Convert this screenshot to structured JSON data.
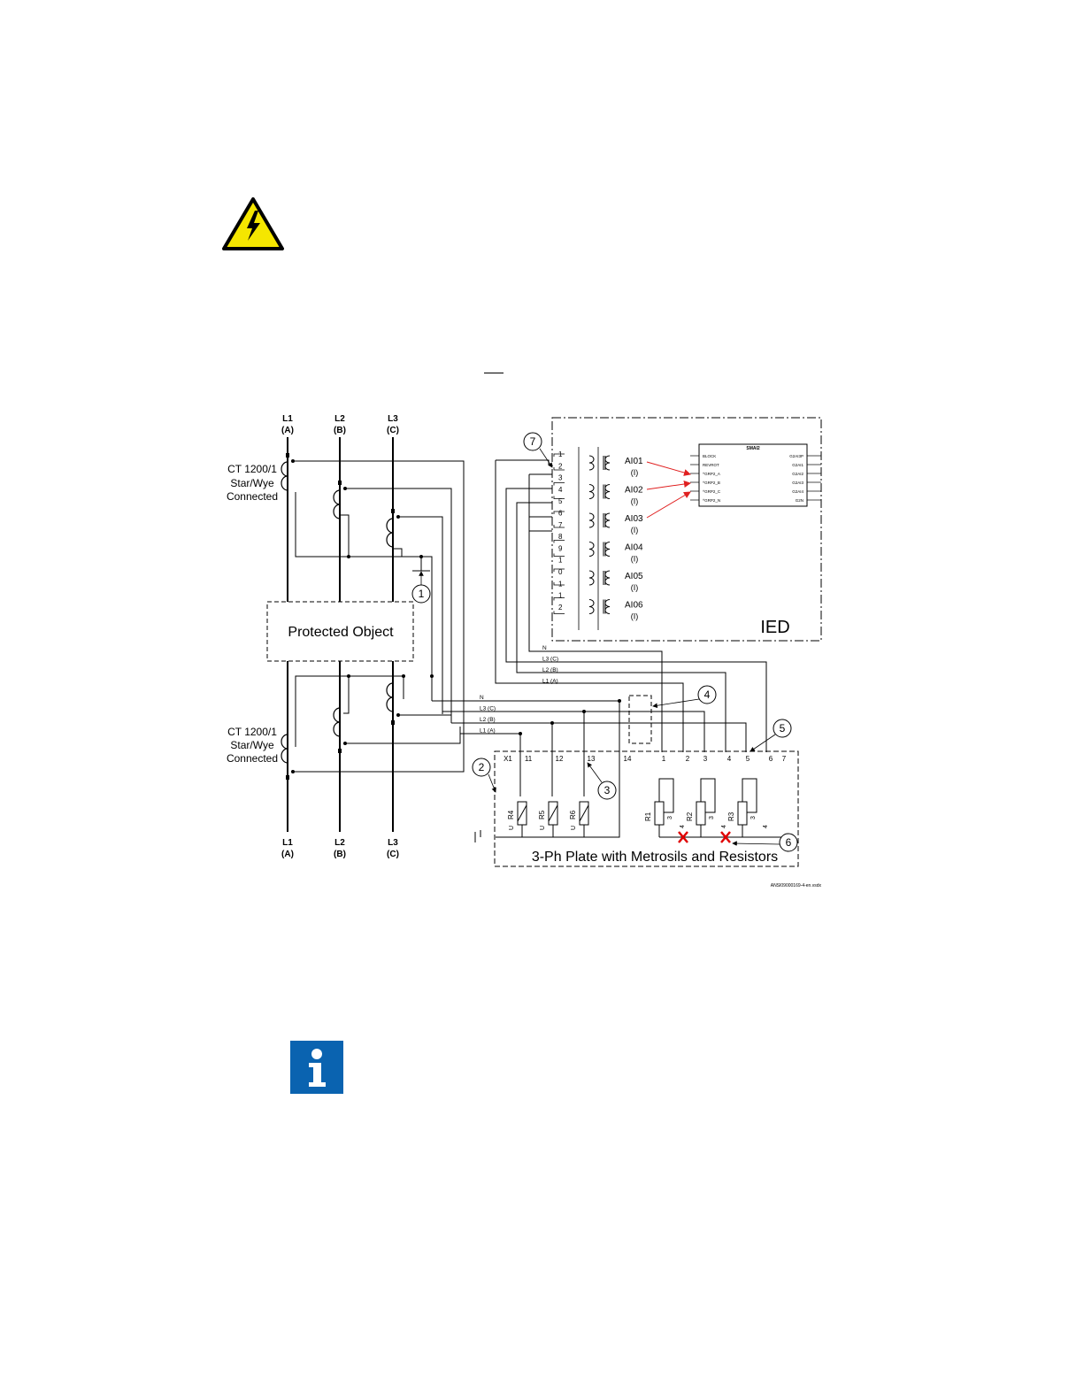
{
  "icons": {
    "warning": "electrical-hazard-warning-icon",
    "info": "information-icon"
  },
  "colors": {
    "warning_fill": "#f5e600",
    "info_fill": "#0a63b0",
    "callout_arrow": "#e02020",
    "cross_mark": "#e00000"
  },
  "phases_top": [
    {
      "name": "L1",
      "sub": "(A)"
    },
    {
      "name": "L2",
      "sub": "(B)"
    },
    {
      "name": "L3",
      "sub": "(C)"
    }
  ],
  "phases_bottom": [
    {
      "name": "L1",
      "sub": "(A)"
    },
    {
      "name": "L2",
      "sub": "(B)"
    },
    {
      "name": "L3",
      "sub": "(C)"
    }
  ],
  "ct_top": [
    "CT 1200/1",
    "Star/Wye",
    "Connected"
  ],
  "ct_bottom": [
    "CT 1200/1",
    "Star/Wye",
    "Connected"
  ],
  "protected_object": "Protected Object",
  "ied": {
    "label": "IED",
    "terminals": [
      "1",
      "2",
      "3",
      "4",
      "5",
      "6",
      "7",
      "8",
      "9",
      "1",
      "0",
      "1",
      "1",
      "2"
    ],
    "channels": [
      {
        "name": "AI01",
        "sub": "(I)"
      },
      {
        "name": "AI02",
        "sub": "(I)"
      },
      {
        "name": "AI03",
        "sub": "(I)"
      },
      {
        "name": "AI04",
        "sub": "(I)"
      },
      {
        "name": "AI05",
        "sub": "(I)"
      },
      {
        "name": "AI06",
        "sub": "(I)"
      }
    ],
    "smai": {
      "title": "SMAI2",
      "inputs": [
        "BLOCK",
        "REVROT",
        "^GRP2_A",
        "^GRP2_B",
        "^GRP2_C",
        "^GRP2_N"
      ],
      "outputs": [
        "G2AI3P",
        "G2AI1",
        "G2AI2",
        "G2AI3",
        "G2AI4",
        "G2N"
      ]
    }
  },
  "bus_upper": [
    "N",
    "L3 (C)",
    "L2 (B)",
    "L1 (A)"
  ],
  "bus_lower": [
    "N",
    "L3 (C)",
    "L2 (B)",
    "L1 (A)"
  ],
  "plate": {
    "label": "3-Ph Plate with Metrosils and Resistors",
    "terminals": [
      "X1",
      "11",
      "12",
      "13",
      "14",
      "1",
      "2",
      "3",
      "4",
      "5",
      "6",
      "7"
    ],
    "metrosils": [
      "R4",
      "R5",
      "R6"
    ],
    "resistors": [
      "R1",
      "R2",
      "R3"
    ]
  },
  "callouts": [
    "1",
    "2",
    "3",
    "4",
    "5",
    "6",
    "7"
  ],
  "doc_id": "ANSI09000169-4-en.vsdx"
}
